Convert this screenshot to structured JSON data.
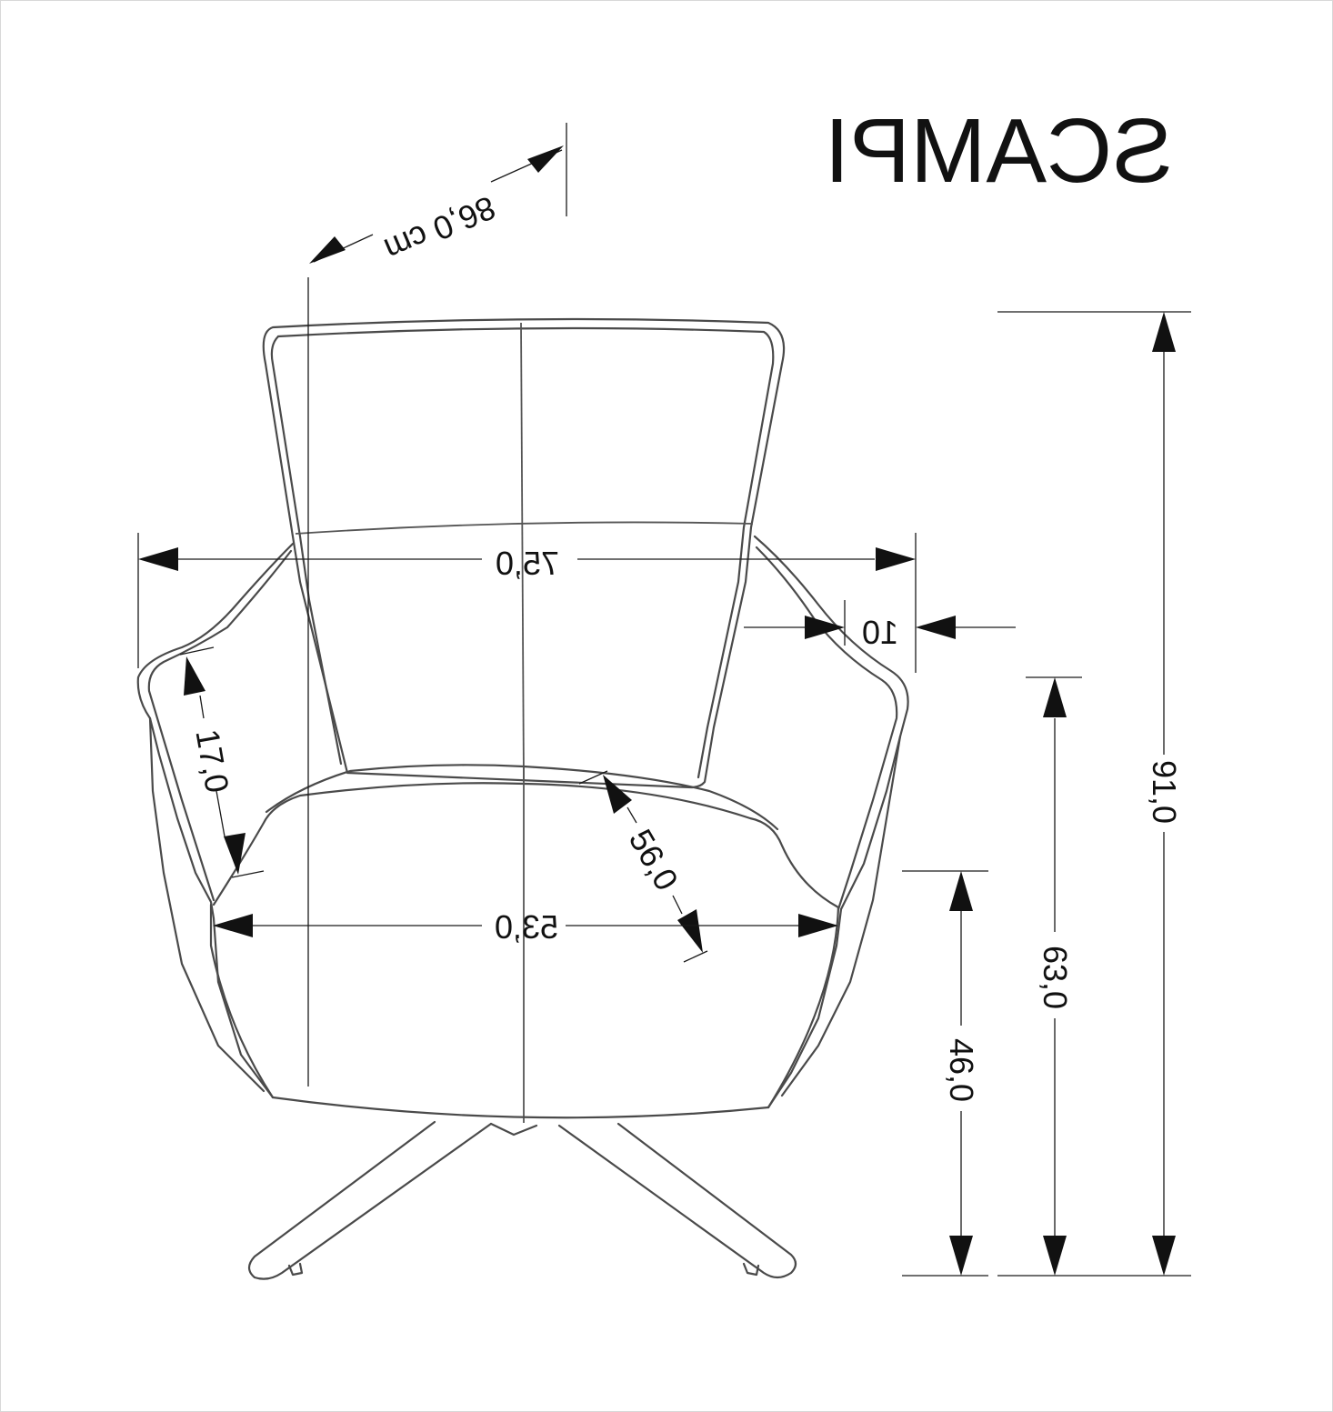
{
  "title": "SCAMPI",
  "dimensions": {
    "depth": "86,0 cm",
    "width_total": "75,0",
    "armrest_width": "10",
    "armrest_height": "17,0",
    "seat_depth": "56,0",
    "seat_width": "53,0",
    "total_height": "91,0",
    "armrest_floor_height": "63,0",
    "seat_height": "46,0"
  }
}
